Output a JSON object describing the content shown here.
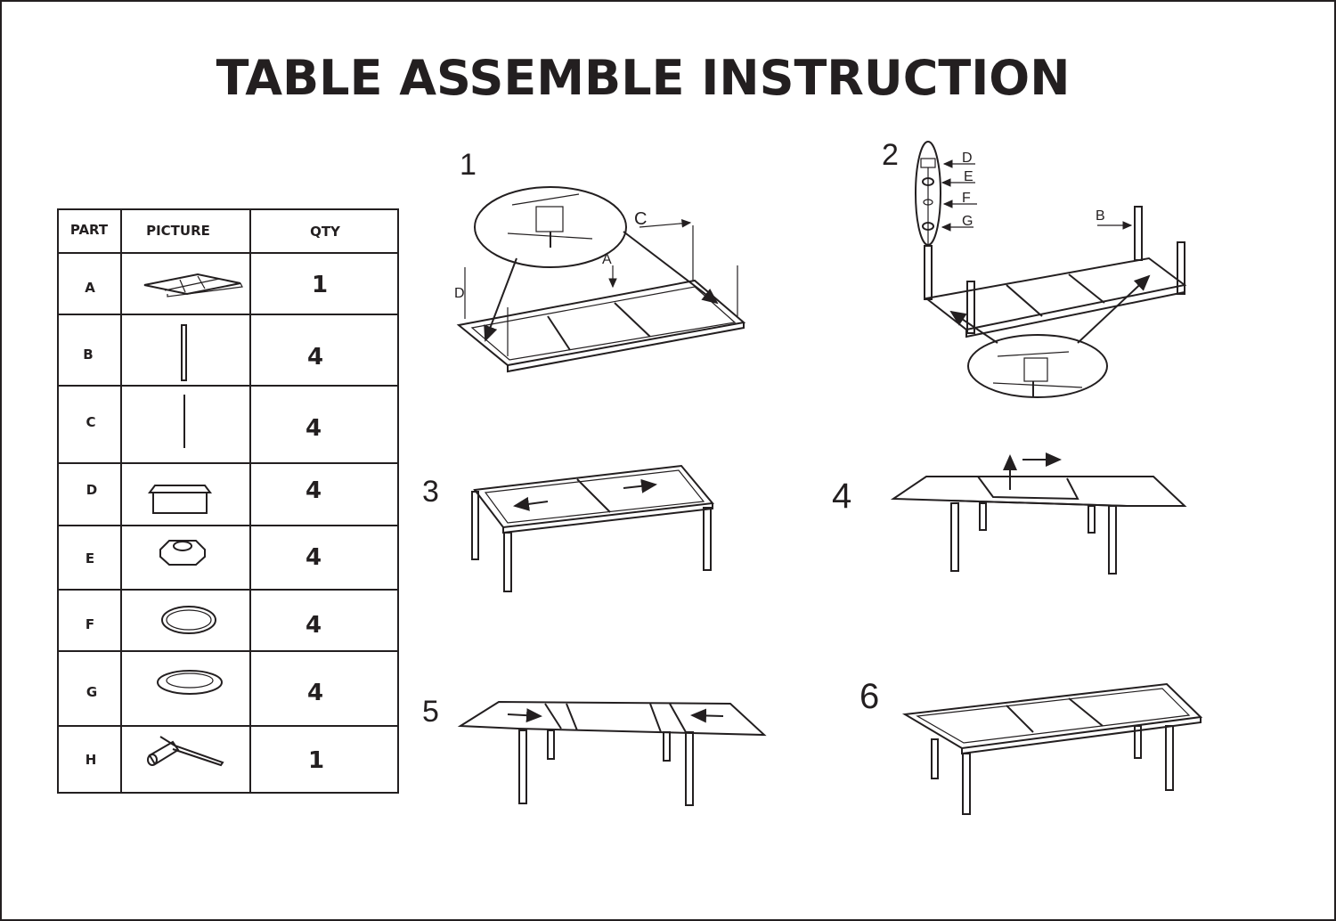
{
  "title": "TABLE ASSEMBLE INSTRUCTION",
  "parts_table": {
    "headers": [
      "PART",
      "PICTURE",
      "QTY"
    ],
    "rows": [
      {
        "part": "A",
        "qty": "1"
      },
      {
        "part": "B",
        "qty": "4"
      },
      {
        "part": "C",
        "qty": "4"
      },
      {
        "part": "D",
        "qty": "4"
      },
      {
        "part": "E",
        "qty": "4"
      },
      {
        "part": "F",
        "qty": "4"
      },
      {
        "part": "G",
        "qty": "4"
      },
      {
        "part": "H",
        "qty": "1"
      }
    ]
  },
  "steps": {
    "s1": {
      "number": "1",
      "labels": {
        "c": "C",
        "a": "A",
        "d": "D"
      }
    },
    "s2": {
      "number": "2",
      "labels": {
        "d": "D",
        "e": "E",
        "f": "F",
        "g": "G",
        "b": "B"
      }
    },
    "s3": {
      "number": "3"
    },
    "s4": {
      "number": "4"
    },
    "s5": {
      "number": "5"
    },
    "s6": {
      "number": "6"
    }
  }
}
